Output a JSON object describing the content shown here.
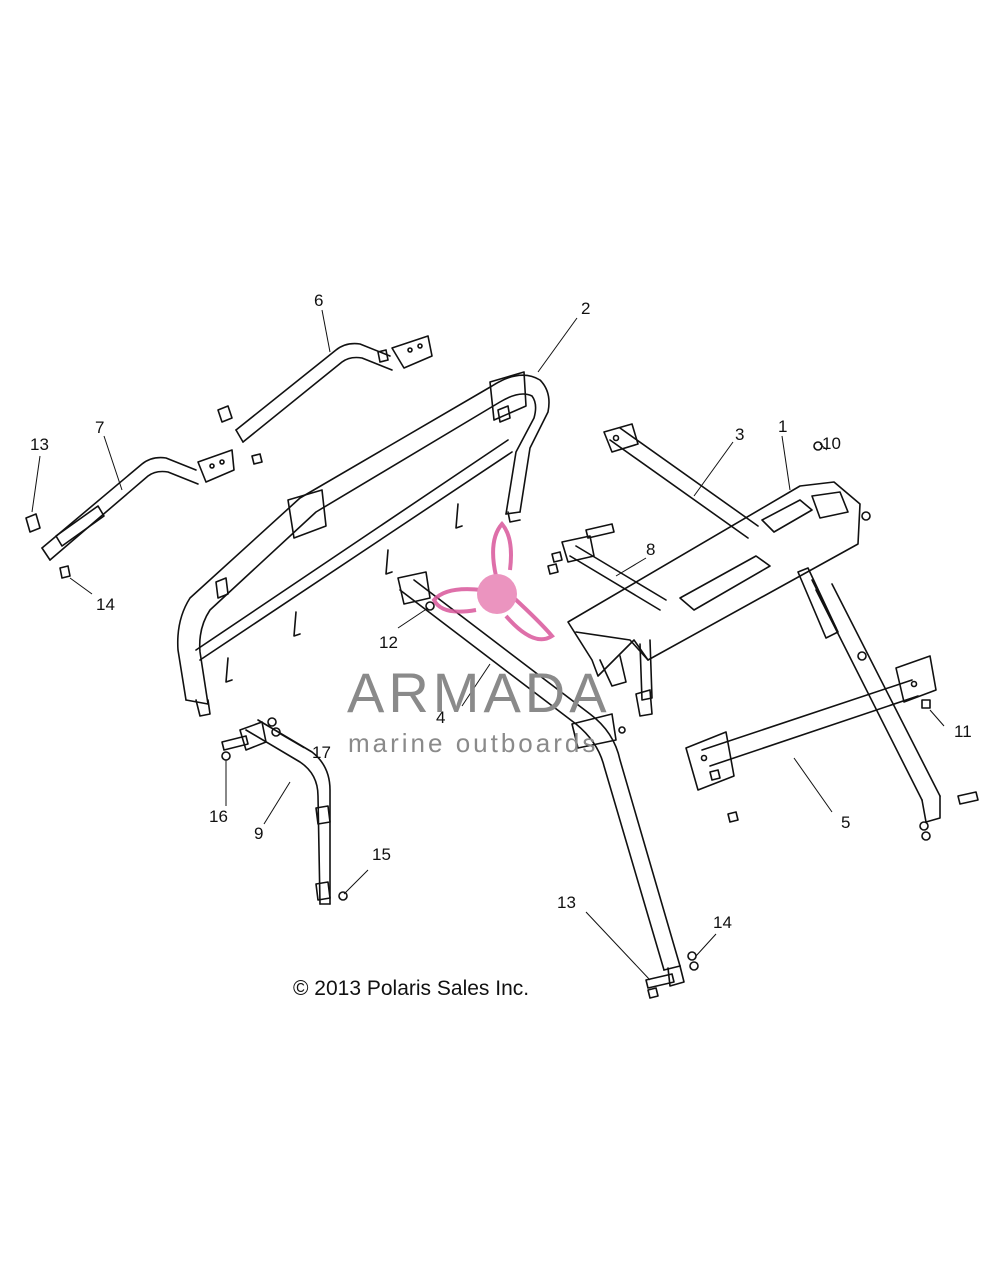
{
  "diagram": {
    "callouts": [
      {
        "id": "c1",
        "text": "1"
      },
      {
        "id": "c2",
        "text": "2"
      },
      {
        "id": "c3",
        "text": "3"
      },
      {
        "id": "c4",
        "text": "4"
      },
      {
        "id": "c5",
        "text": "5"
      },
      {
        "id": "c6",
        "text": "6"
      },
      {
        "id": "c7",
        "text": "7"
      },
      {
        "id": "c8",
        "text": "8"
      },
      {
        "id": "c9",
        "text": "9"
      },
      {
        "id": "c10",
        "text": "10"
      },
      {
        "id": "c11",
        "text": "11"
      },
      {
        "id": "c12",
        "text": "12"
      },
      {
        "id": "c13a",
        "text": "13"
      },
      {
        "id": "c13b",
        "text": "13"
      },
      {
        "id": "c14a",
        "text": "14"
      },
      {
        "id": "c14b",
        "text": "14"
      },
      {
        "id": "c15",
        "text": "15"
      },
      {
        "id": "c16",
        "text": "16"
      },
      {
        "id": "c17",
        "text": "17"
      }
    ],
    "copyright": "© 2013 Polaris Sales Inc."
  },
  "watermark": {
    "name": "ARMADA",
    "tagline": "marine outboards",
    "logo_color": "#d9579b"
  }
}
